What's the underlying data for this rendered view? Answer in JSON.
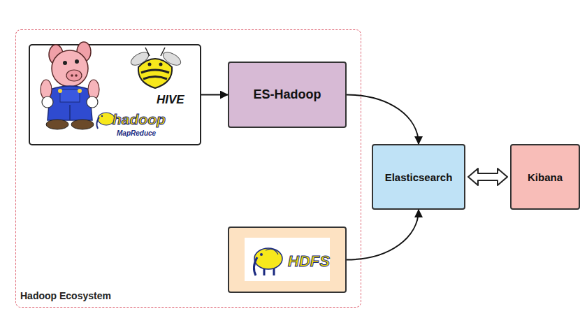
{
  "diagram": {
    "nodes": [
      {
        "text": [
          "Hadoop Ecosystem"
        ]
      },
      {
        "text": [
          "HIVE",
          "hadoop",
          "MapReduce"
        ],
        "in": 0
      },
      {
        "text": [
          "ES-Hadoop"
        ],
        "in": 0
      },
      {
        "text": [
          "HDFS"
        ],
        "in": 0
      },
      {
        "text": [
          "Elasticsearch"
        ]
      },
      {
        "text": [
          "Kibana"
        ]
      }
    ],
    "edges": [
      {
        "from": 1,
        "to": 2,
        "arrow": "to"
      },
      {
        "from": 2,
        "to": 4,
        "arrow": "to"
      },
      {
        "from": 3,
        "to": 4,
        "arrow": "to"
      },
      {
        "from": 4,
        "to": 5,
        "arrow": "both"
      }
    ]
  }
}
